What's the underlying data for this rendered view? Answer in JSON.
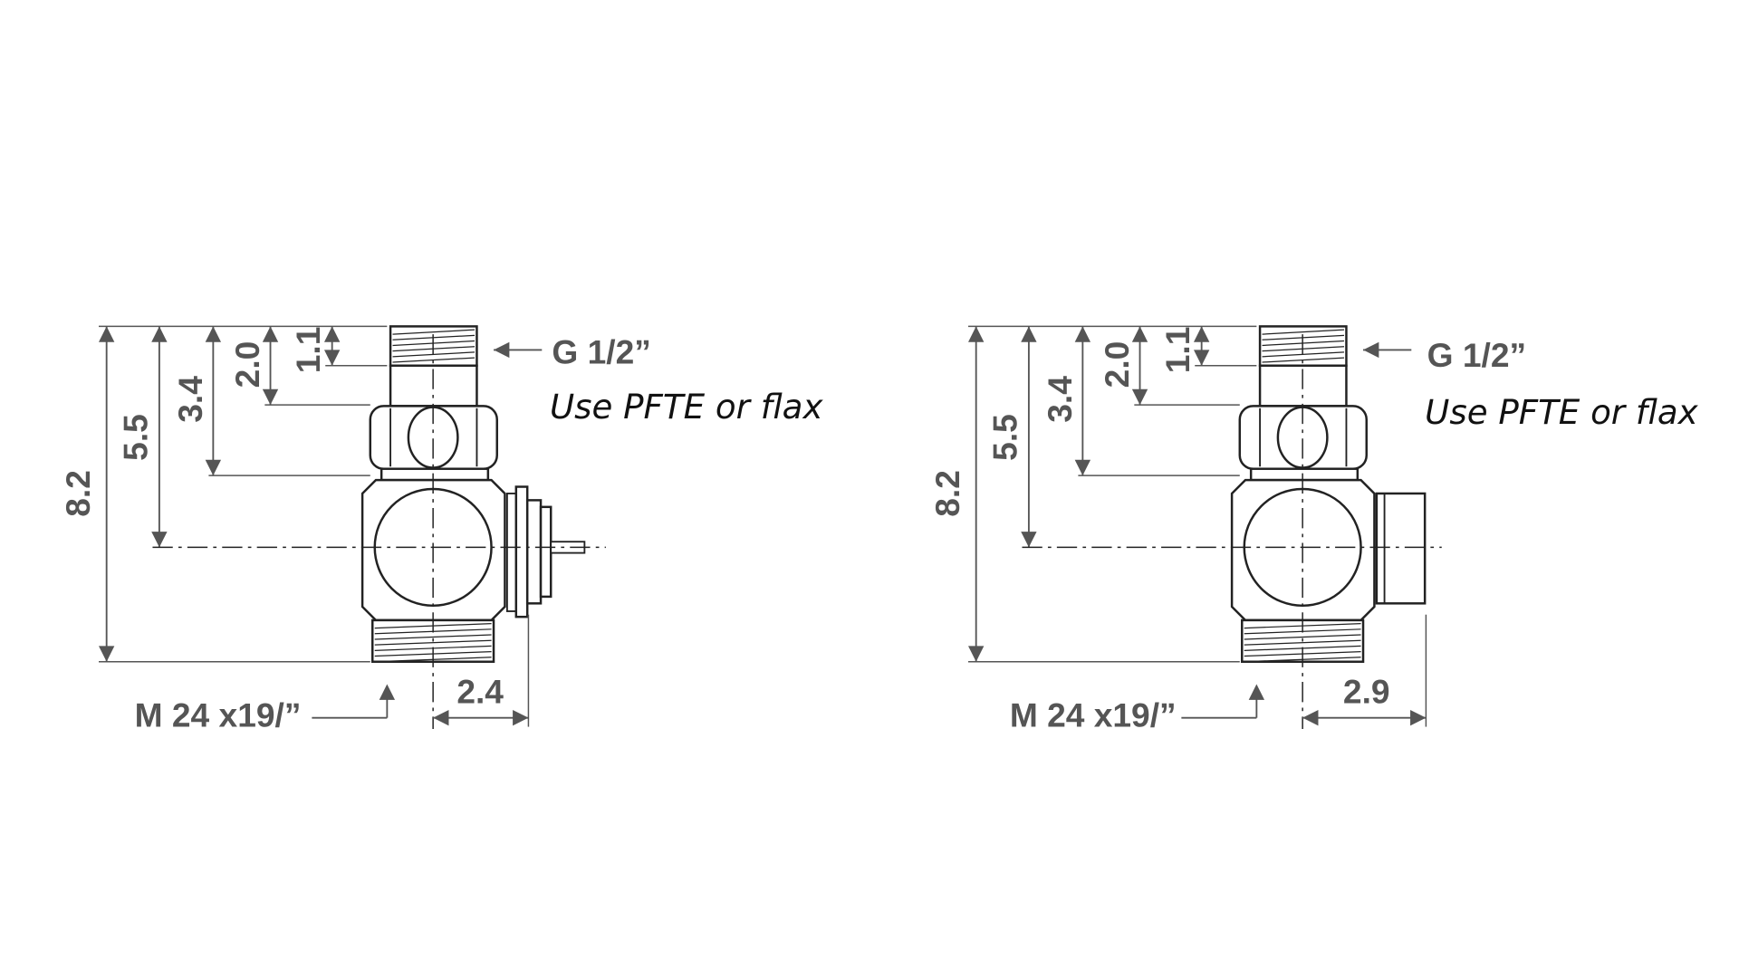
{
  "drawings": [
    {
      "name": "valve-with-thermostatic-insert",
      "dims": {
        "total": "8.2",
        "center": "5.5",
        "nut": "3.4",
        "neck": "2.0",
        "thread": "1.1",
        "offset": "2.4"
      },
      "thread_top": "G 1/2”",
      "note": "Use PFTE or flax",
      "thread_bottom": "M 24 x19/”"
    },
    {
      "name": "valve-with-cap",
      "dims": {
        "total": "8.2",
        "center": "5.5",
        "nut": "3.4",
        "neck": "2.0",
        "thread": "1.1",
        "offset": "2.9"
      },
      "thread_top": "G 1/2”",
      "note": "Use PFTE or flax",
      "thread_bottom": "M 24 x19/”"
    }
  ],
  "colors": {
    "line": "#222222",
    "dimension": "#555555"
  }
}
